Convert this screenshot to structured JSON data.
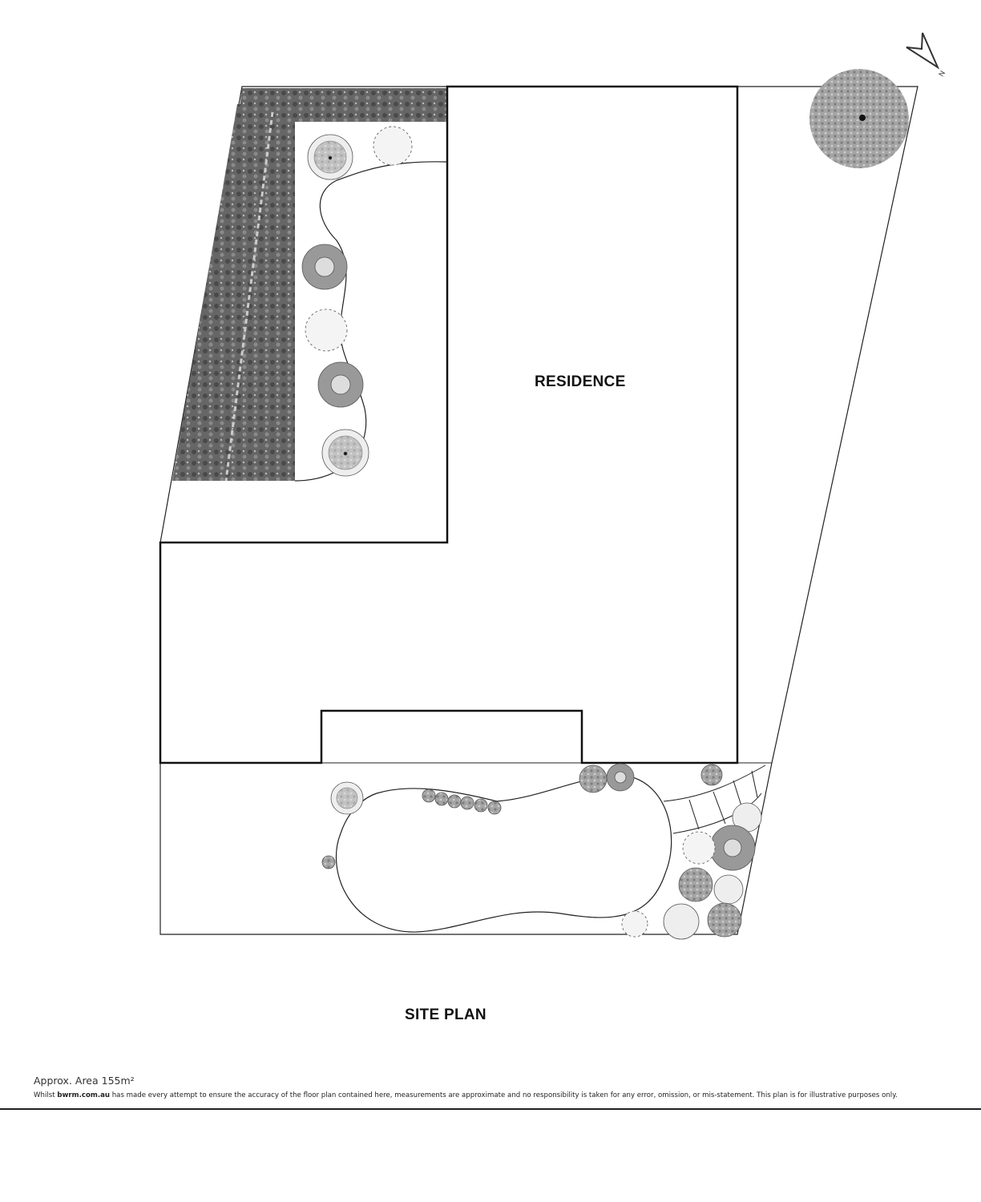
{
  "plan": {
    "title": "SITE PLAN",
    "room_label": "RESIDENCE",
    "north_label": "N"
  },
  "footer": {
    "area": "Approx. Area 155m²",
    "disclaimer_pre": "Whilst ",
    "disclaimer_brand": "bwrm.com.au",
    "disclaimer_post": " has made every attempt to ensure the accuracy of the floor plan contained here, measurements are approximate and no responsibility is taken for any error, omission, or mis-statement. This plan is for illustrative purposes only."
  },
  "colors": {
    "line": "#111111",
    "hedge": "#5a5a5a",
    "tree": "#9a9a9a",
    "plant": "#8c8c8c"
  }
}
